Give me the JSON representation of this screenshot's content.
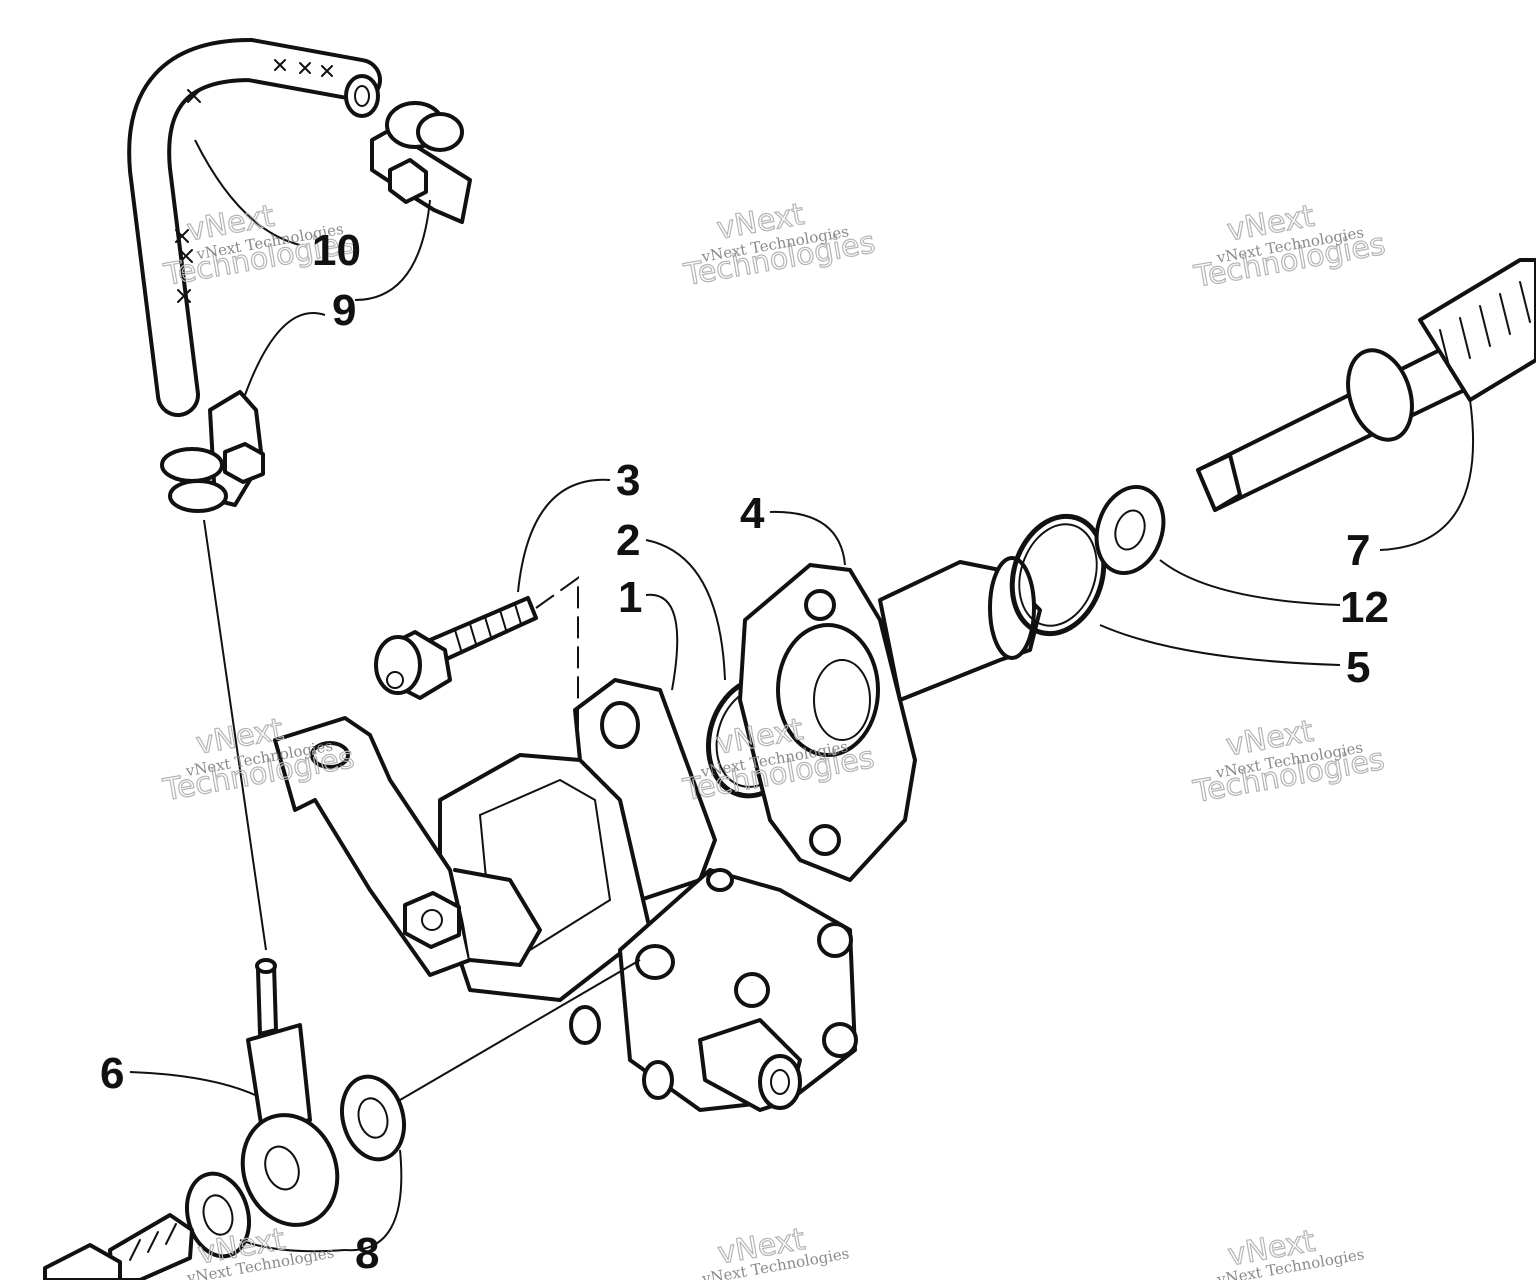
{
  "diagram": {
    "callouts": [
      {
        "id": "1",
        "label": "1"
      },
      {
        "id": "2",
        "label": "2"
      },
      {
        "id": "3",
        "label": "3"
      },
      {
        "id": "4",
        "label": "4"
      },
      {
        "id": "5",
        "label": "5"
      },
      {
        "id": "6",
        "label": "6"
      },
      {
        "id": "7",
        "label": "7"
      },
      {
        "id": "8",
        "label": "8"
      },
      {
        "id": "9",
        "label": "9"
      },
      {
        "id": "10",
        "label": "10"
      },
      {
        "id": "12",
        "label": "12"
      }
    ],
    "watermark": {
      "line1": "vNext Technologies",
      "line2": "vNext",
      "line3": "Technologies"
    }
  }
}
